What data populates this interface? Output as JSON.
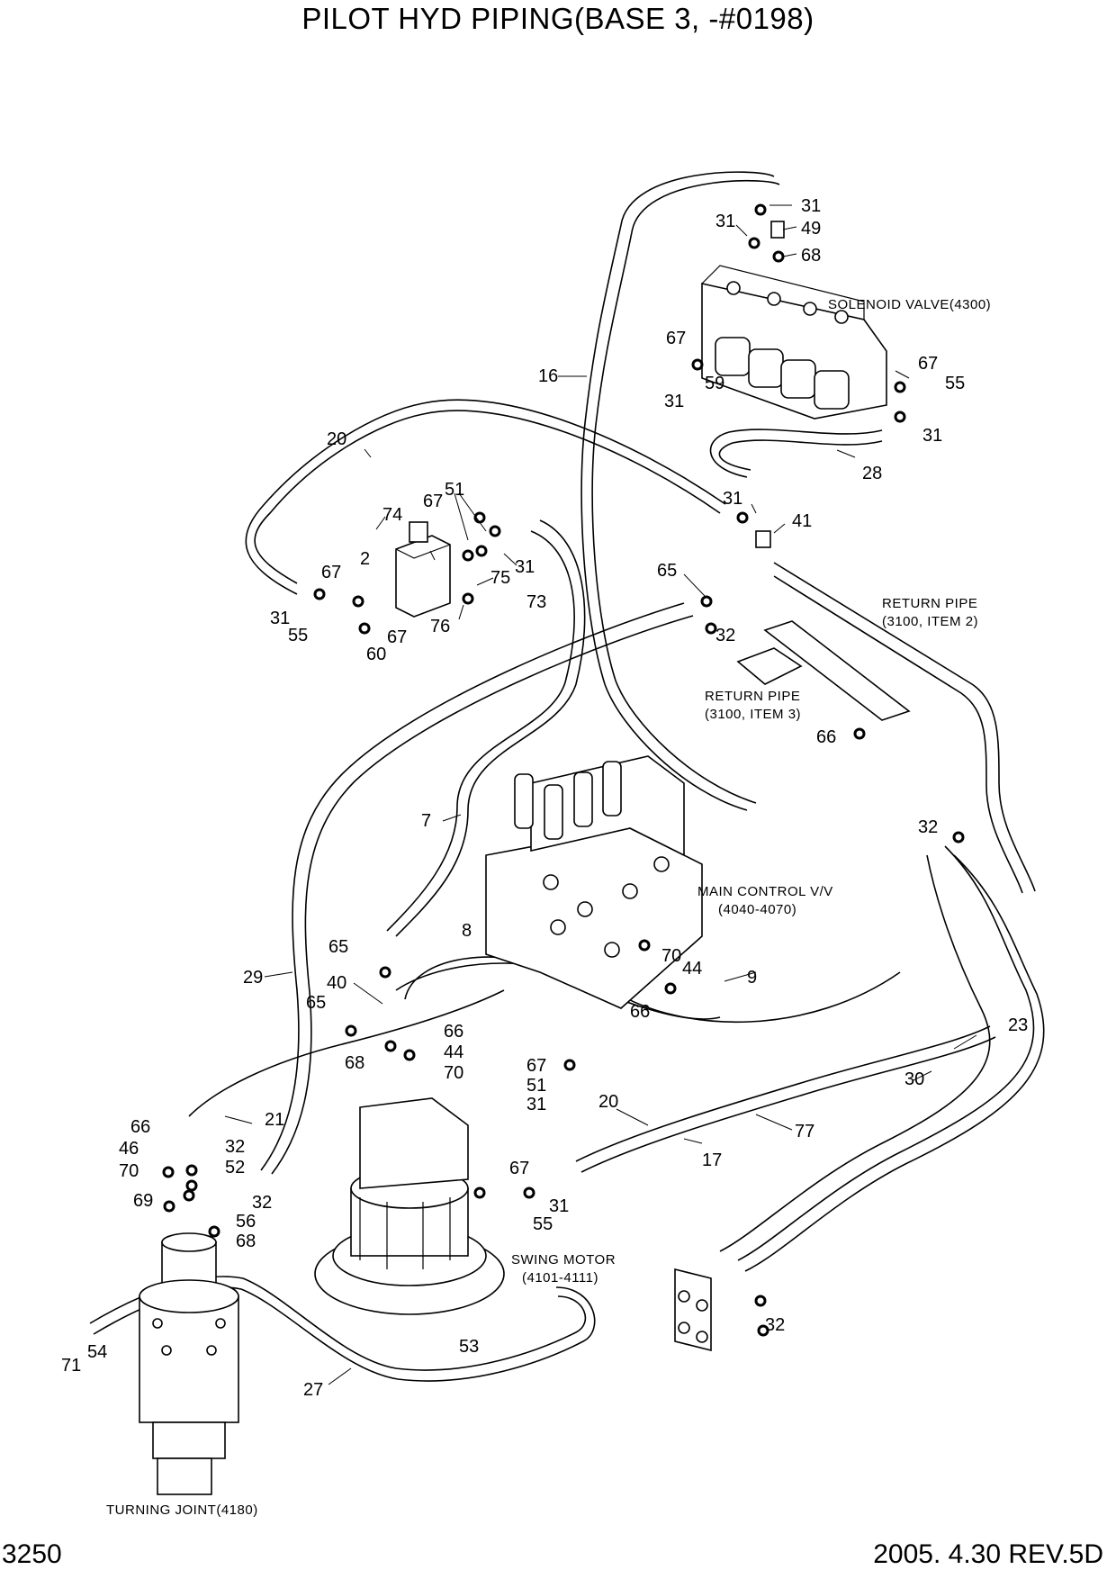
{
  "title": "PILOT HYD PIPING(BASE 3, -#0198)",
  "page_number": "3250",
  "revision": "2005. 4.30  REV.5D",
  "assemblies": {
    "solenoid_valve": "SOLENOID VALVE(4300)",
    "return_pipe_item2": [
      "RETURN PIPE",
      "(3100, ITEM 2)"
    ],
    "return_pipe_item3": [
      "RETURN PIPE",
      "(3100, ITEM 3)"
    ],
    "main_control_valve": [
      "MAIN CONTROL V/V",
      "(4040-4070)"
    ],
    "swing_motor": [
      "SWING MOTOR",
      "(4101-4111)"
    ],
    "turning_joint": "TURNING JOINT(4180)"
  },
  "part_callouts": {
    "c01": "31",
    "c02": "49",
    "c03": "68",
    "c04": "31",
    "c05": "67",
    "c06": "55",
    "c07": "31",
    "c08": "67",
    "c09": "59",
    "c10": "31",
    "c11": "16",
    "c12": "20",
    "c13": "28",
    "c14": "31",
    "c15": "41",
    "c16": "74",
    "c17": "67",
    "c18": "51",
    "c19": "31",
    "c20": "2",
    "c21": "67",
    "c22": "75",
    "c23": "73",
    "c24": "31",
    "c25": "55",
    "c26": "76",
    "c27": "67",
    "c28": "60",
    "c29": "65",
    "c30": "32",
    "c31": "66",
    "c32": "7",
    "c33": "32",
    "c34": "8",
    "c35": "65",
    "c36": "70",
    "c37": "44",
    "c38": "29",
    "c39": "40",
    "c40": "9",
    "c41": "65",
    "c42": "66",
    "c43": "68",
    "c44": "66",
    "c45": "44",
    "c46": "70",
    "c47": "23",
    "c48": "30",
    "c49": "67",
    "c50": "51",
    "c51": "31",
    "c52": "20",
    "c53": "66",
    "c54": "21",
    "c55": "77",
    "c56": "46",
    "c57": "32",
    "c58": "17",
    "c59": "70",
    "c60": "52",
    "c61": "67",
    "c62": "69",
    "c63": "32",
    "c64": "31",
    "c65": "56",
    "c66": "55",
    "c67": "68",
    "c68": "32",
    "c69": "54",
    "c70": "53",
    "c71": "71",
    "c72": "27"
  }
}
